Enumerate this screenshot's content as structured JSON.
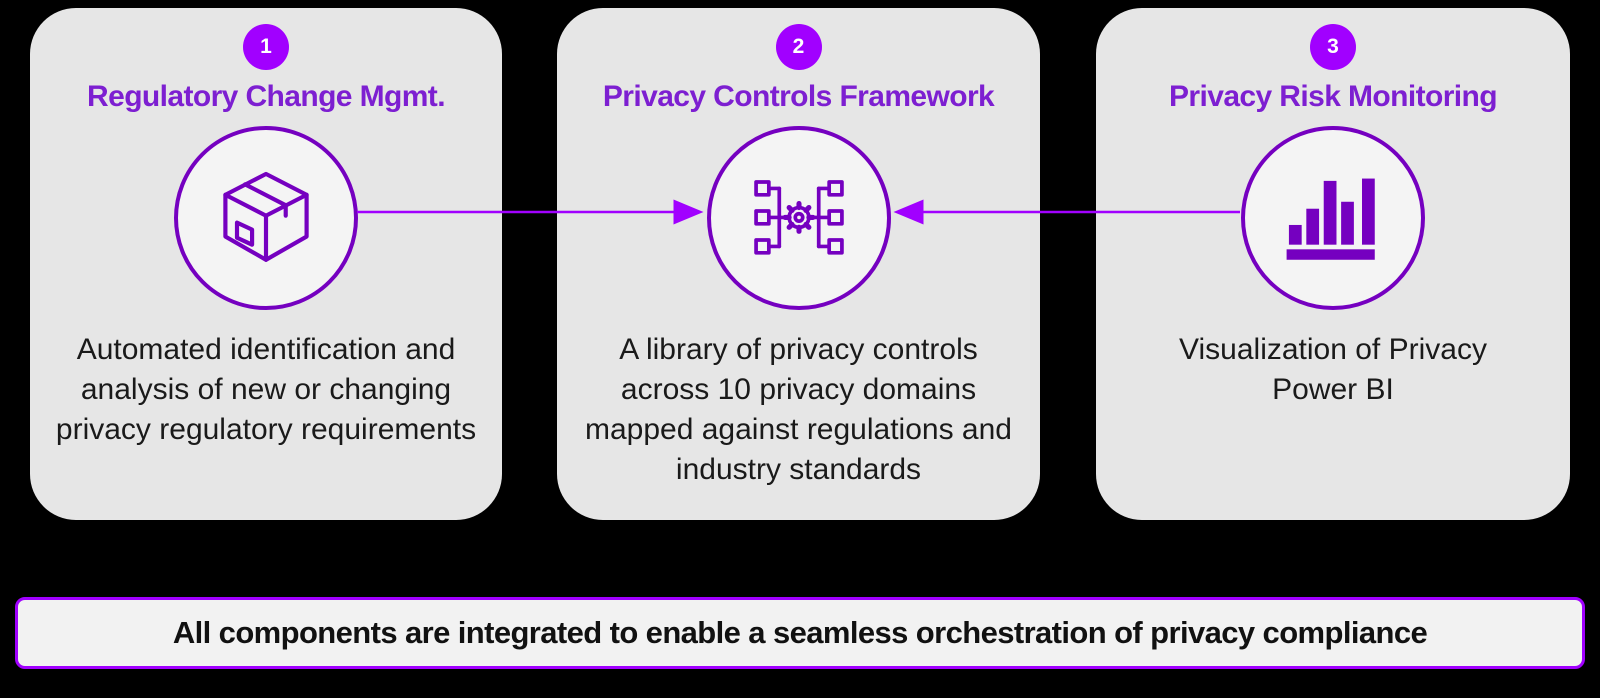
{
  "cards": [
    {
      "number": "1",
      "title": "Regulatory Change Mgmt.",
      "description": "Automated identification and analysis of new or changing privacy regulatory requirements",
      "icon": "package-box-icon"
    },
    {
      "number": "2",
      "title": "Privacy Controls Framework",
      "description": "A library of privacy controls across 10 privacy domains mapped against regulations and industry standards",
      "icon": "gear-network-icon"
    },
    {
      "number": "3",
      "title": "Privacy Risk Monitoring",
      "description": "Visualization of Privacy Power BI",
      "icon": "bar-chart-icon"
    }
  ],
  "banner": {
    "text": "All components are integrated to enable a seamless orchestration of privacy compliance"
  },
  "colors": {
    "background": "#000000",
    "card_bg": "#e6e6e6",
    "accent_badge": "#a100ff",
    "title_purple": "#7d1fd1",
    "icon_purple": "#7500c0",
    "arrow_purple": "#a100ff",
    "banner_bg": "#f2f2f2",
    "body_text": "#1a1a1a"
  }
}
